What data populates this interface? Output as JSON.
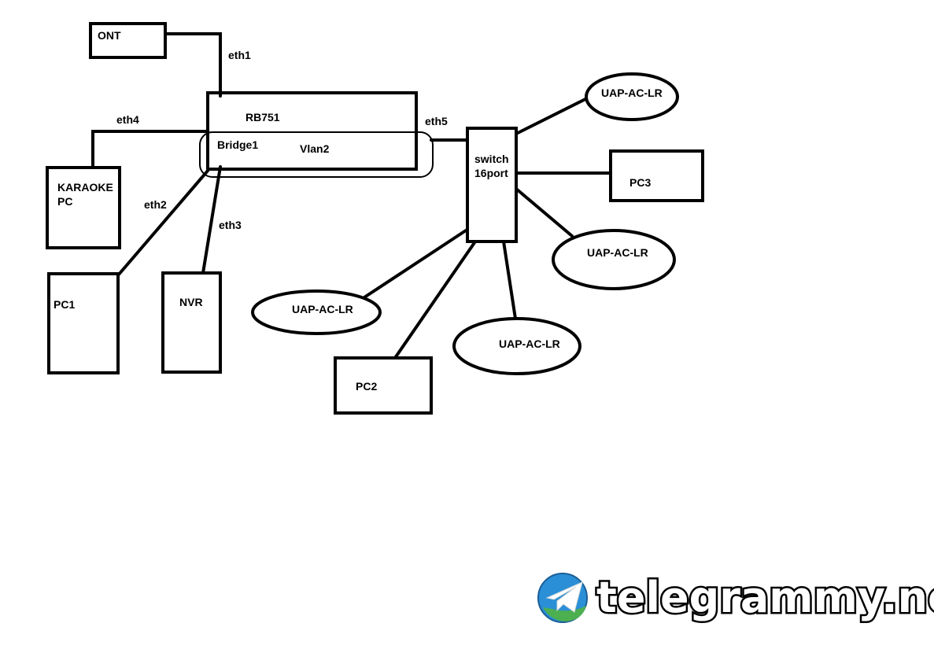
{
  "diagram": {
    "nodes": {
      "ont": "ONT",
      "rb751": "RB751",
      "bridge1": "Bridge1",
      "vlan2": "Vlan2",
      "karaoke_pc": [
        "KARAOKE",
        "PC"
      ],
      "pc1": "PC1",
      "nvr": "NVR",
      "switch": [
        "switch",
        "16port"
      ],
      "pc2": "PC2",
      "pc3": "PC3",
      "uap_top": "UAP-AC-LR",
      "uap_right": "UAP-AC-LR",
      "uap_left": "UAP-AC-LR",
      "uap_bottom": "UAP-AC-LR"
    },
    "ports": {
      "eth1": "eth1",
      "eth2": "eth2",
      "eth3": "eth3",
      "eth4": "eth4",
      "eth5": "eth5"
    }
  },
  "watermark": {
    "text": "telegrammy.net",
    "colors": {
      "logo_blue": "#2a8fd6",
      "logo_green": "#4caf50"
    }
  }
}
